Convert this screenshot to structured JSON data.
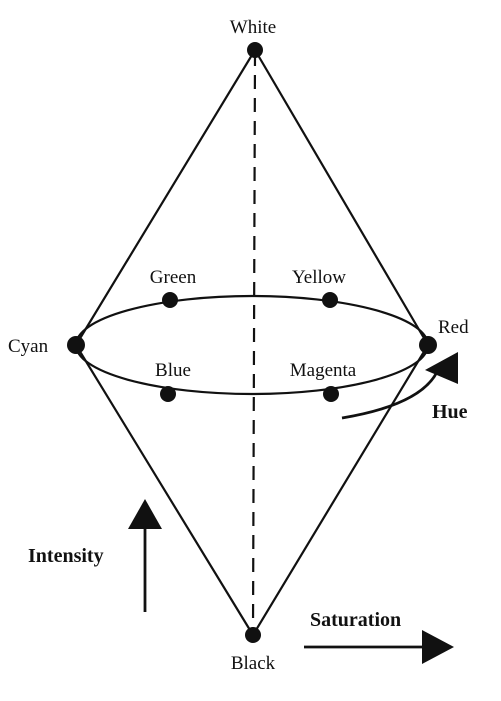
{
  "labels": {
    "white": "White",
    "black": "Black",
    "cyan": "Cyan",
    "red": "Red",
    "green": "Green",
    "yellow": "Yellow",
    "blue": "Blue",
    "magenta": "Magenta",
    "hue": "Hue",
    "intensity": "Intensity",
    "saturation": "Saturation"
  }
}
